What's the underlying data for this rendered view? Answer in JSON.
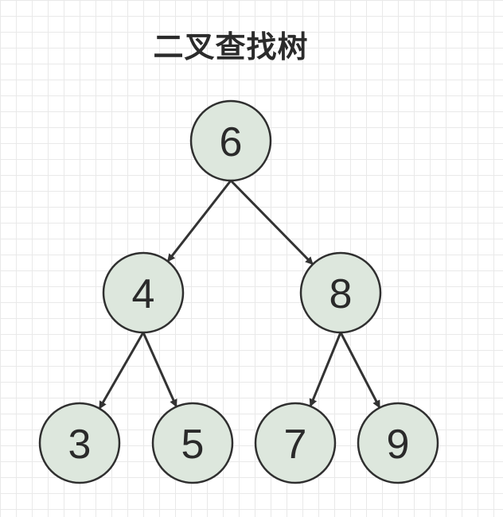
{
  "title": "二叉查找树",
  "nodes": [
    {
      "id": "n6",
      "label": "6"
    },
    {
      "id": "n4",
      "label": "4"
    },
    {
      "id": "n8",
      "label": "8"
    },
    {
      "id": "n3",
      "label": "3"
    },
    {
      "id": "n5",
      "label": "5"
    },
    {
      "id": "n7",
      "label": "7"
    },
    {
      "id": "n9",
      "label": "9"
    }
  ],
  "edges": [
    {
      "from": "n6",
      "to": "n4"
    },
    {
      "from": "n6",
      "to": "n8"
    },
    {
      "from": "n4",
      "to": "n3"
    },
    {
      "from": "n4",
      "to": "n5"
    },
    {
      "from": "n8",
      "to": "n7"
    },
    {
      "from": "n8",
      "to": "n9"
    }
  ],
  "colors": {
    "node_fill": "#dde7dd",
    "stroke": "#2f2f2f",
    "grid": "#e9e9e9"
  }
}
